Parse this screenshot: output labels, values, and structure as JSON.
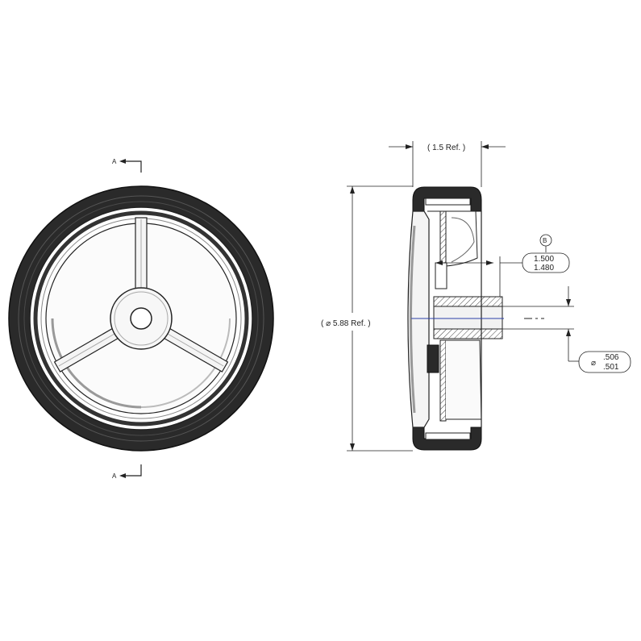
{
  "front_view": {
    "section_marker_top": "A",
    "section_marker_bottom": "A"
  },
  "section_view": {
    "width_dim": "( 1.5 Ref. )",
    "diameter_dim": "( ⌀ 5.88 Ref. )",
    "datum_label": "B",
    "hub_dim_upper": "1.500",
    "hub_dim_lower": "1.480",
    "bore_symbol": "⌀",
    "bore_dim_upper": ".506",
    "bore_dim_lower": ".501"
  },
  "colors": {
    "line": "#222222",
    "tire": "#2a2a2a",
    "center_line": "#2b3fa8"
  }
}
